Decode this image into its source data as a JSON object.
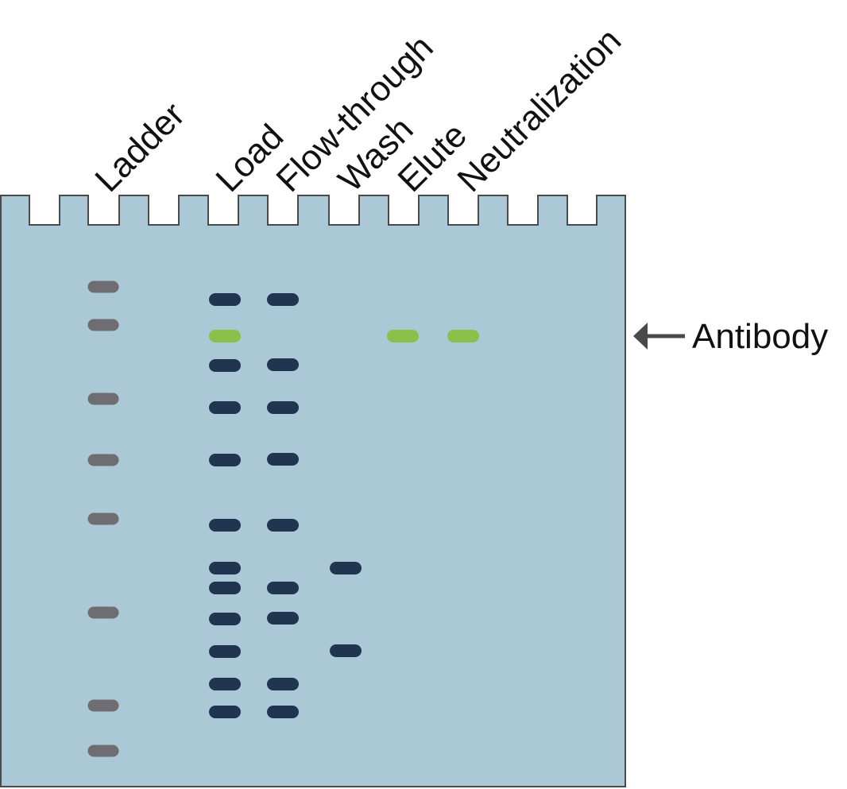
{
  "lanes": [
    {
      "id": "ladder",
      "label": "Ladder"
    },
    {
      "id": "load",
      "label": "Load"
    },
    {
      "id": "flow-through",
      "label": "Flow-through"
    },
    {
      "id": "wash",
      "label": "Wash"
    },
    {
      "id": "elute",
      "label": "Elute"
    },
    {
      "id": "neutralization",
      "label": "Neutralization"
    }
  ],
  "annotation": {
    "label": "Antibody"
  },
  "colors": {
    "gel": "#aac8d6",
    "gel_border": "#4a4a4a",
    "ladder_band": "#6e6e72",
    "protein_band": "#203650",
    "antibody_band": "#8cc04a",
    "arrow": "#4a4a4a",
    "text": "#111111"
  }
}
